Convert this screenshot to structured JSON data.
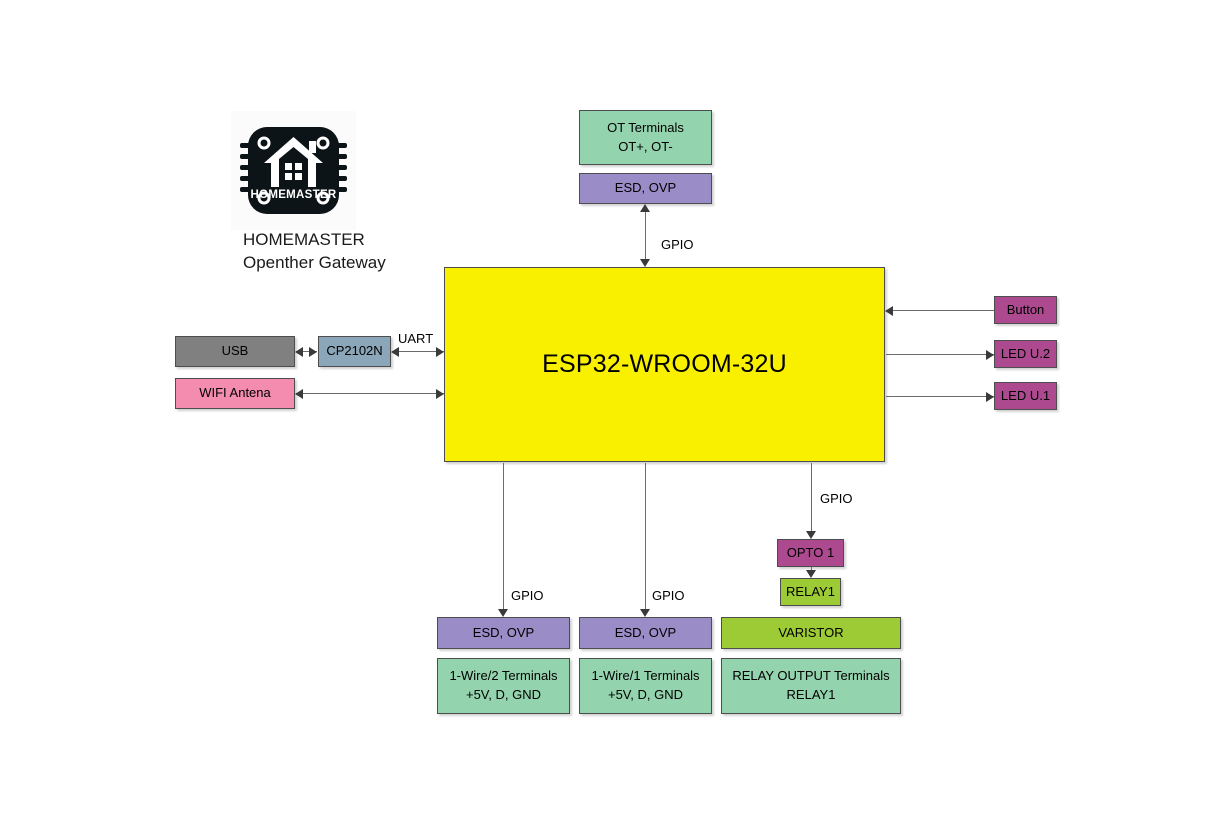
{
  "diagram": {
    "title_line1": "HOMEMASTER",
    "title_line2": "Openther Gateway",
    "logo_text": "HOMEMASTER",
    "logo_icon": "homemaster-chip-house-logo",
    "colors": {
      "terminal_green": "#93d3ad",
      "protection_purple": "#9a8cc6",
      "mcu_yellow": "#f9f000",
      "usb_gray": "#808080",
      "uart_steel": "#8aa6b8",
      "wifi_pink": "#f48cb0",
      "io_magenta": "#ad4a8f",
      "relay_lime": "#9dcb35",
      "line_gray": "#6b6b6b",
      "border_gray": "#4d4d4d"
    },
    "nodes": {
      "ot_terminals": {
        "line1": "OT Terminals",
        "line2": "OT+, OT-"
      },
      "ot_esd": {
        "line1": "ESD, OVP"
      },
      "mcu": {
        "line1": "ESP32-WROOM-32U"
      },
      "usb": {
        "line1": "USB"
      },
      "cp2102n": {
        "line1": "CP2102N"
      },
      "wifi_antenna": {
        "line1": "WIFI Antena"
      },
      "button": {
        "line1": "Button"
      },
      "led_u2": {
        "line1": "LED U.2"
      },
      "led_u1": {
        "line1": "LED U.1"
      },
      "opto1": {
        "line1": "OPTO 1"
      },
      "relay1": {
        "line1": "RELAY1"
      },
      "varistor": {
        "line1": "VARISTOR"
      },
      "esd_1w2": {
        "line1": "ESD, OVP"
      },
      "esd_1w1": {
        "line1": "ESD, OVP"
      },
      "onewire2_terminals": {
        "line1": "1-Wire/2 Terminals",
        "line2": "+5V, D, GND"
      },
      "onewire1_terminals": {
        "line1": "1-Wire/1 Terminals",
        "line2": "+5V, D, GND"
      },
      "relay_out_terminals": {
        "line1": "RELAY OUTPUT Terminals",
        "line2": "RELAY1"
      }
    },
    "edge_labels": {
      "ot_gpio": "GPIO",
      "uart": "UART",
      "opto_gpio": "GPIO",
      "onewire2_gpio": "GPIO",
      "onewire1_gpio": "GPIO"
    }
  }
}
